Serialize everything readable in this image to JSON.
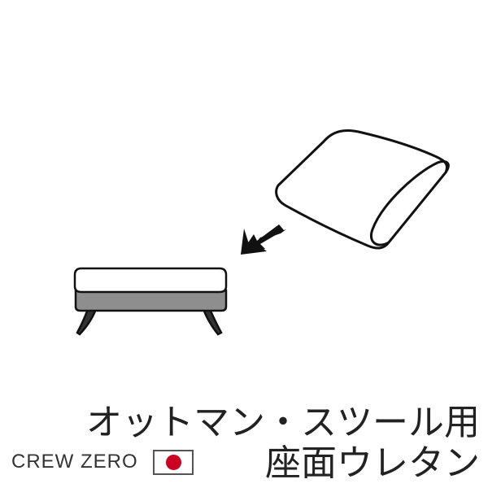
{
  "product": {
    "title_line1": "オットマン・スツール用",
    "title_line2": "座面ウレタン"
  },
  "brand": {
    "name": "CREW ZERO",
    "flag": "japan-flag-icon"
  },
  "colors": {
    "outline": "#111111",
    "ottoman_base": "#8e8e8e",
    "arrow": "#111111",
    "flag_red": "#cc0022",
    "text": "#222222"
  }
}
